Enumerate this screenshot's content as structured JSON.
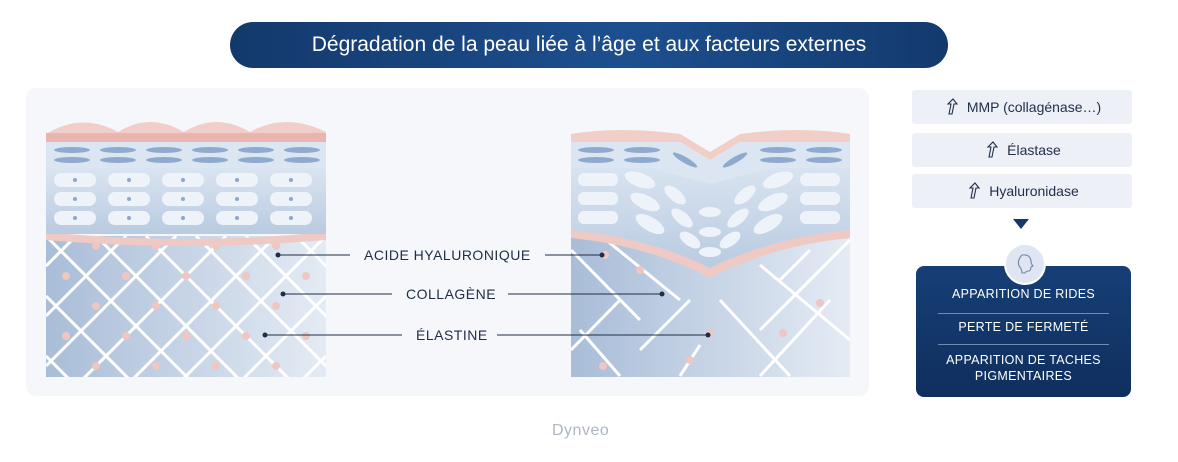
{
  "title": "Dégradation de la peau liée à l’âge et aux facteurs externes",
  "labels": {
    "hyaluronic": "ACIDE HYALURONIQUE",
    "collagen": "COLLAGÈNE",
    "elastin": "ÉLASTINE"
  },
  "enzymes": [
    {
      "label": "MMP (collagénase…)",
      "icon": "arrow-up-icon"
    },
    {
      "label": "Élastase",
      "icon": "arrow-up-icon"
    },
    {
      "label": "Hyaluronidase",
      "icon": "arrow-up-icon"
    }
  ],
  "effects": [
    "APPARITION DE RIDES",
    "PERTE DE FERMETÉ",
    "APPARITION DE TACHES PIGMENTAIRES"
  ],
  "brand": "Dynveo",
  "colors": {
    "navy": "#13396c",
    "skin_pink": "#eec9c3",
    "blue_cells": "#9db4d1",
    "dermis": "#cbd6e6"
  }
}
